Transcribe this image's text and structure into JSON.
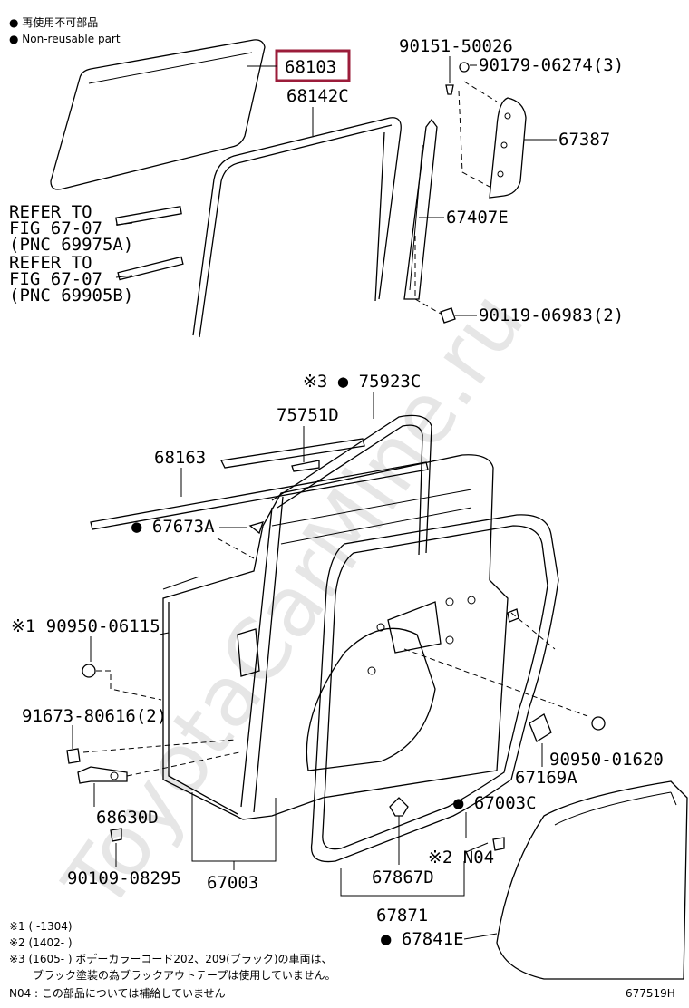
{
  "legend": {
    "line1": "● 再使用不可部品",
    "line2": "● Non-reusable part"
  },
  "highlight": {
    "part": "68103",
    "color": "#9b1c3a"
  },
  "labels": {
    "p68142C": "68142C",
    "p90151": "90151-50026",
    "p90179": "90179-06274(3)",
    "p67387": "67387",
    "p67407E": "67407E",
    "p90119": "90119-06983(2)",
    "refer1a": "REFER TO",
    "refer1b": "FIG 67-07",
    "refer1c": "(PNC 69975A)",
    "refer2a": "REFER TO",
    "refer2b": "FIG 67-07",
    "refer2c": "(PNC 69905B)",
    "p75923C": "※3 ● 75923C",
    "p75751D": "75751D",
    "p68163": "68163",
    "p67673A": "● 67673A",
    "p90950a": "※1 90950-06115",
    "p91673": "91673-80616(2)",
    "p68630D": "68630D",
    "p90109": "90109-08295",
    "p67003": "67003",
    "p90950b": "90950-01620",
    "p67169A": "67169A",
    "p67003C": "● 67003C",
    "pN04": "※2 N04",
    "p67867D": "67867D",
    "p67871": "67871",
    "p67841E": "● 67841E"
  },
  "notes": {
    "n1": "※1 (        -1304)",
    "n2": "※2 (1402-        )",
    "n3": "※3 (1605-        ) ボデーカラーコード202、209(ブラック)の車両は、",
    "n3b": "ブラック塗装の為ブラックアウトテープは使用していません。",
    "n4": "N04 : この部品については補給していません"
  },
  "figure_code": "677519H",
  "watermark": "ToyotaCarMine.ru"
}
